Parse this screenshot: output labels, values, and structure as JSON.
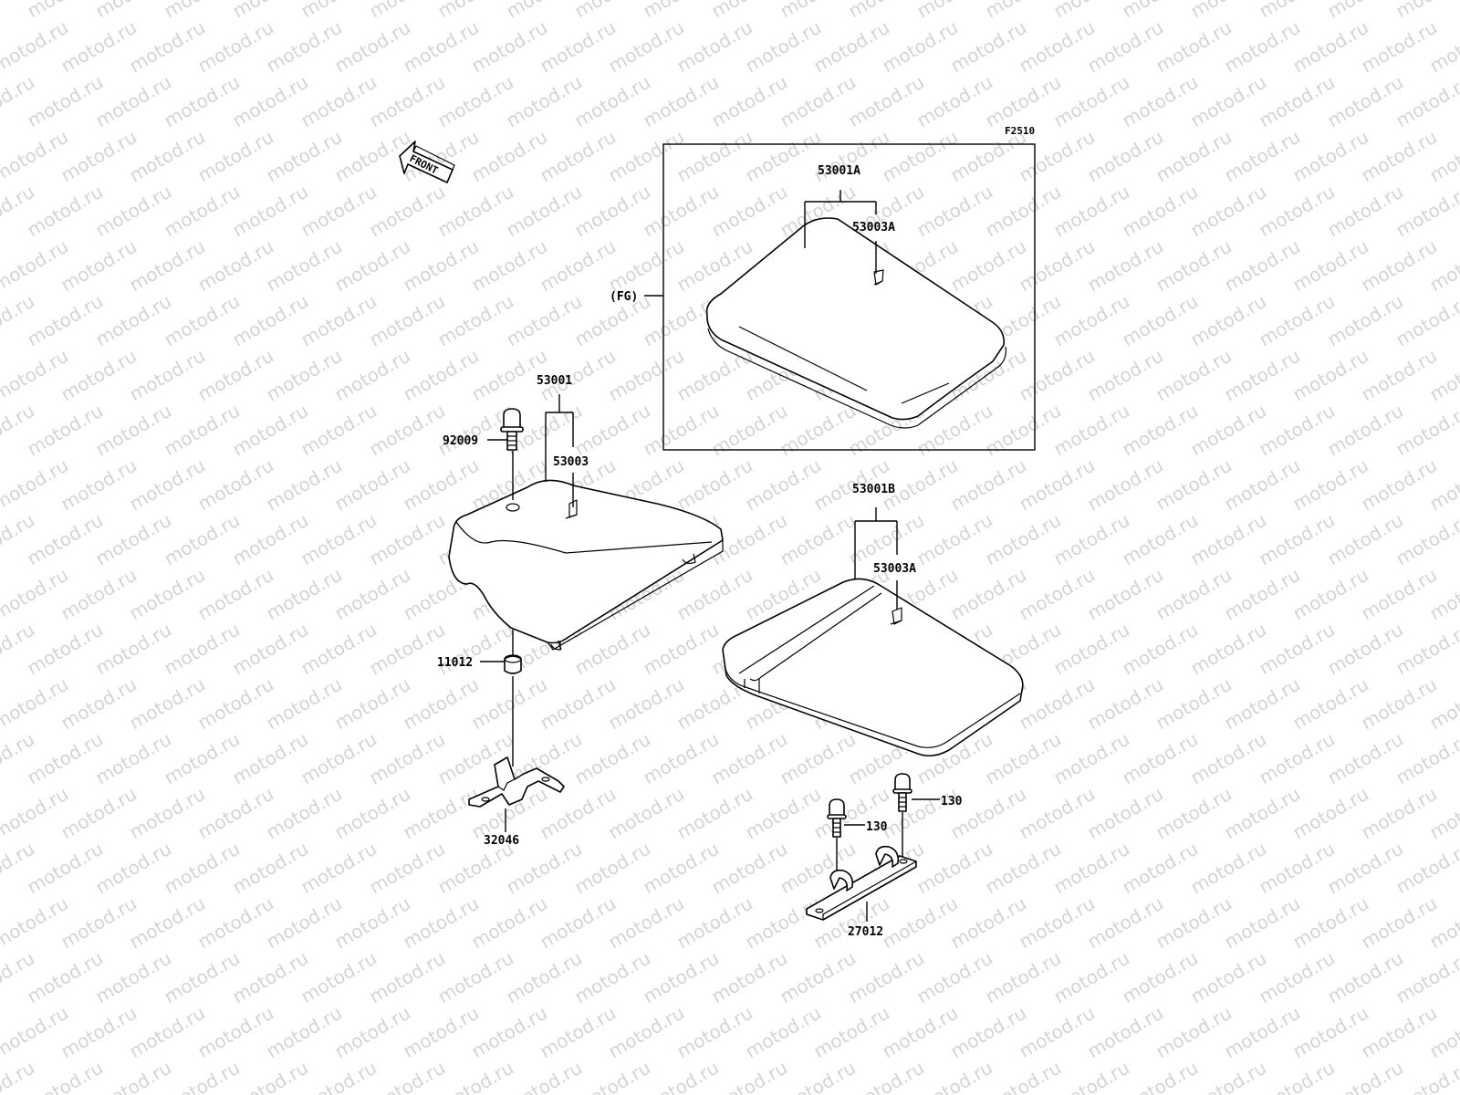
{
  "watermark": "motod.ru",
  "figure_code": "F2510",
  "front_arrow_label": "FRONT",
  "inset_label": "(FG)",
  "labels": {
    "p53001A": "53001A",
    "p53003A_inset": "53003A",
    "p53001": "53001",
    "p53003": "53003",
    "p92009": "92009",
    "p11012": "11012",
    "p32046": "32046",
    "p53001B": "53001B",
    "p53003A": "53003A",
    "p130_a": "130",
    "p130_b": "130",
    "p27012": "27012"
  }
}
